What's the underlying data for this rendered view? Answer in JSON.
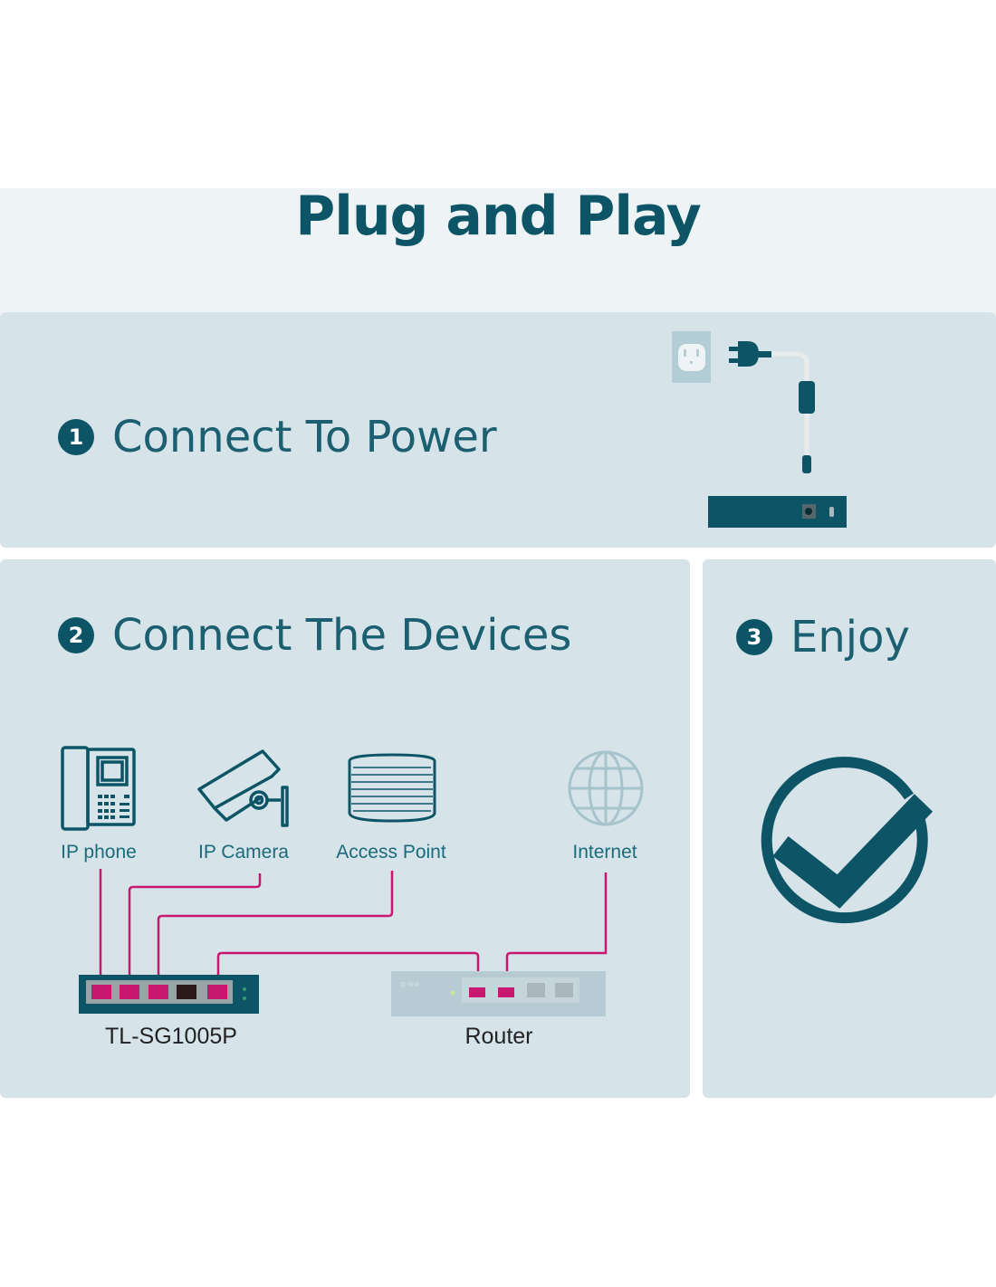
{
  "title": "Plug and Play",
  "steps": [
    {
      "number": "1",
      "label": "Connect To Power"
    },
    {
      "number": "2",
      "label": "Connect The Devices"
    },
    {
      "number": "3",
      "label": "Enjoy"
    }
  ],
  "devices": {
    "ip_phone": "IP phone",
    "ip_camera": "IP Camera",
    "access_point": "Access Point",
    "internet": "Internet",
    "switch": "TL-SG1005P",
    "router": "Router",
    "router_logo": "tp-link"
  },
  "colors": {
    "teal": "#0d5566",
    "panel": "#d6e4ea",
    "cable": "#c8176e"
  },
  "icons": [
    "power-outlet-icon",
    "power-plug-icon",
    "ip-phone-icon",
    "ip-camera-icon",
    "access-point-icon",
    "globe-icon",
    "checkmark-circle-icon"
  ]
}
